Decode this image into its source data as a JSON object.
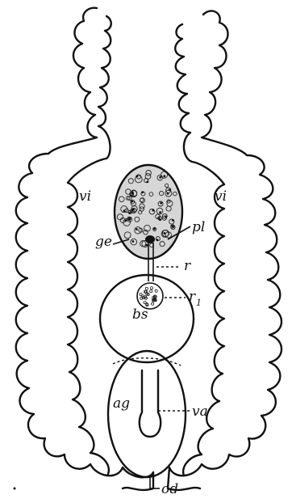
{
  "labels": {
    "vi_left": "vi",
    "vi_right": "vi",
    "pl": "pl",
    "ge": "ge",
    "r": "r",
    "r1": "r",
    "r1_sub": "1",
    "bs": "bs",
    "ag": "ag",
    "va": "va",
    "od": "od"
  }
}
